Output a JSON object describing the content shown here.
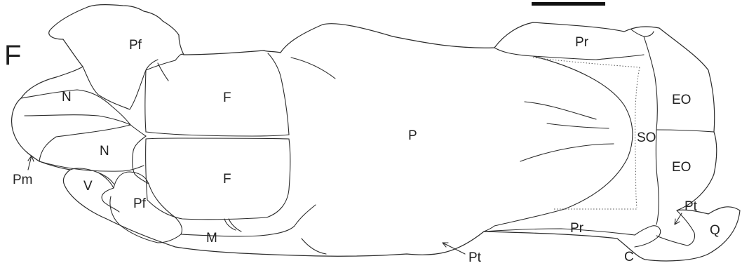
{
  "panel_letter": "F",
  "scale_bar": {
    "label": ""
  },
  "labels": {
    "pf_upper": "Pf",
    "n_upper": "N",
    "f_upper": "F",
    "n_lower": "N",
    "f_lower": "F",
    "pf_lower": "Pf",
    "v": "V",
    "m": "M",
    "pm": "Pm",
    "p": "P",
    "pr_upper": "Pr",
    "pr_lower": "Pr",
    "so": "SO",
    "eo_upper": "EO",
    "eo_lower": "EO",
    "pt_bottom": "Pt",
    "pt_right": "Pt",
    "c": "C",
    "q": "Q"
  }
}
